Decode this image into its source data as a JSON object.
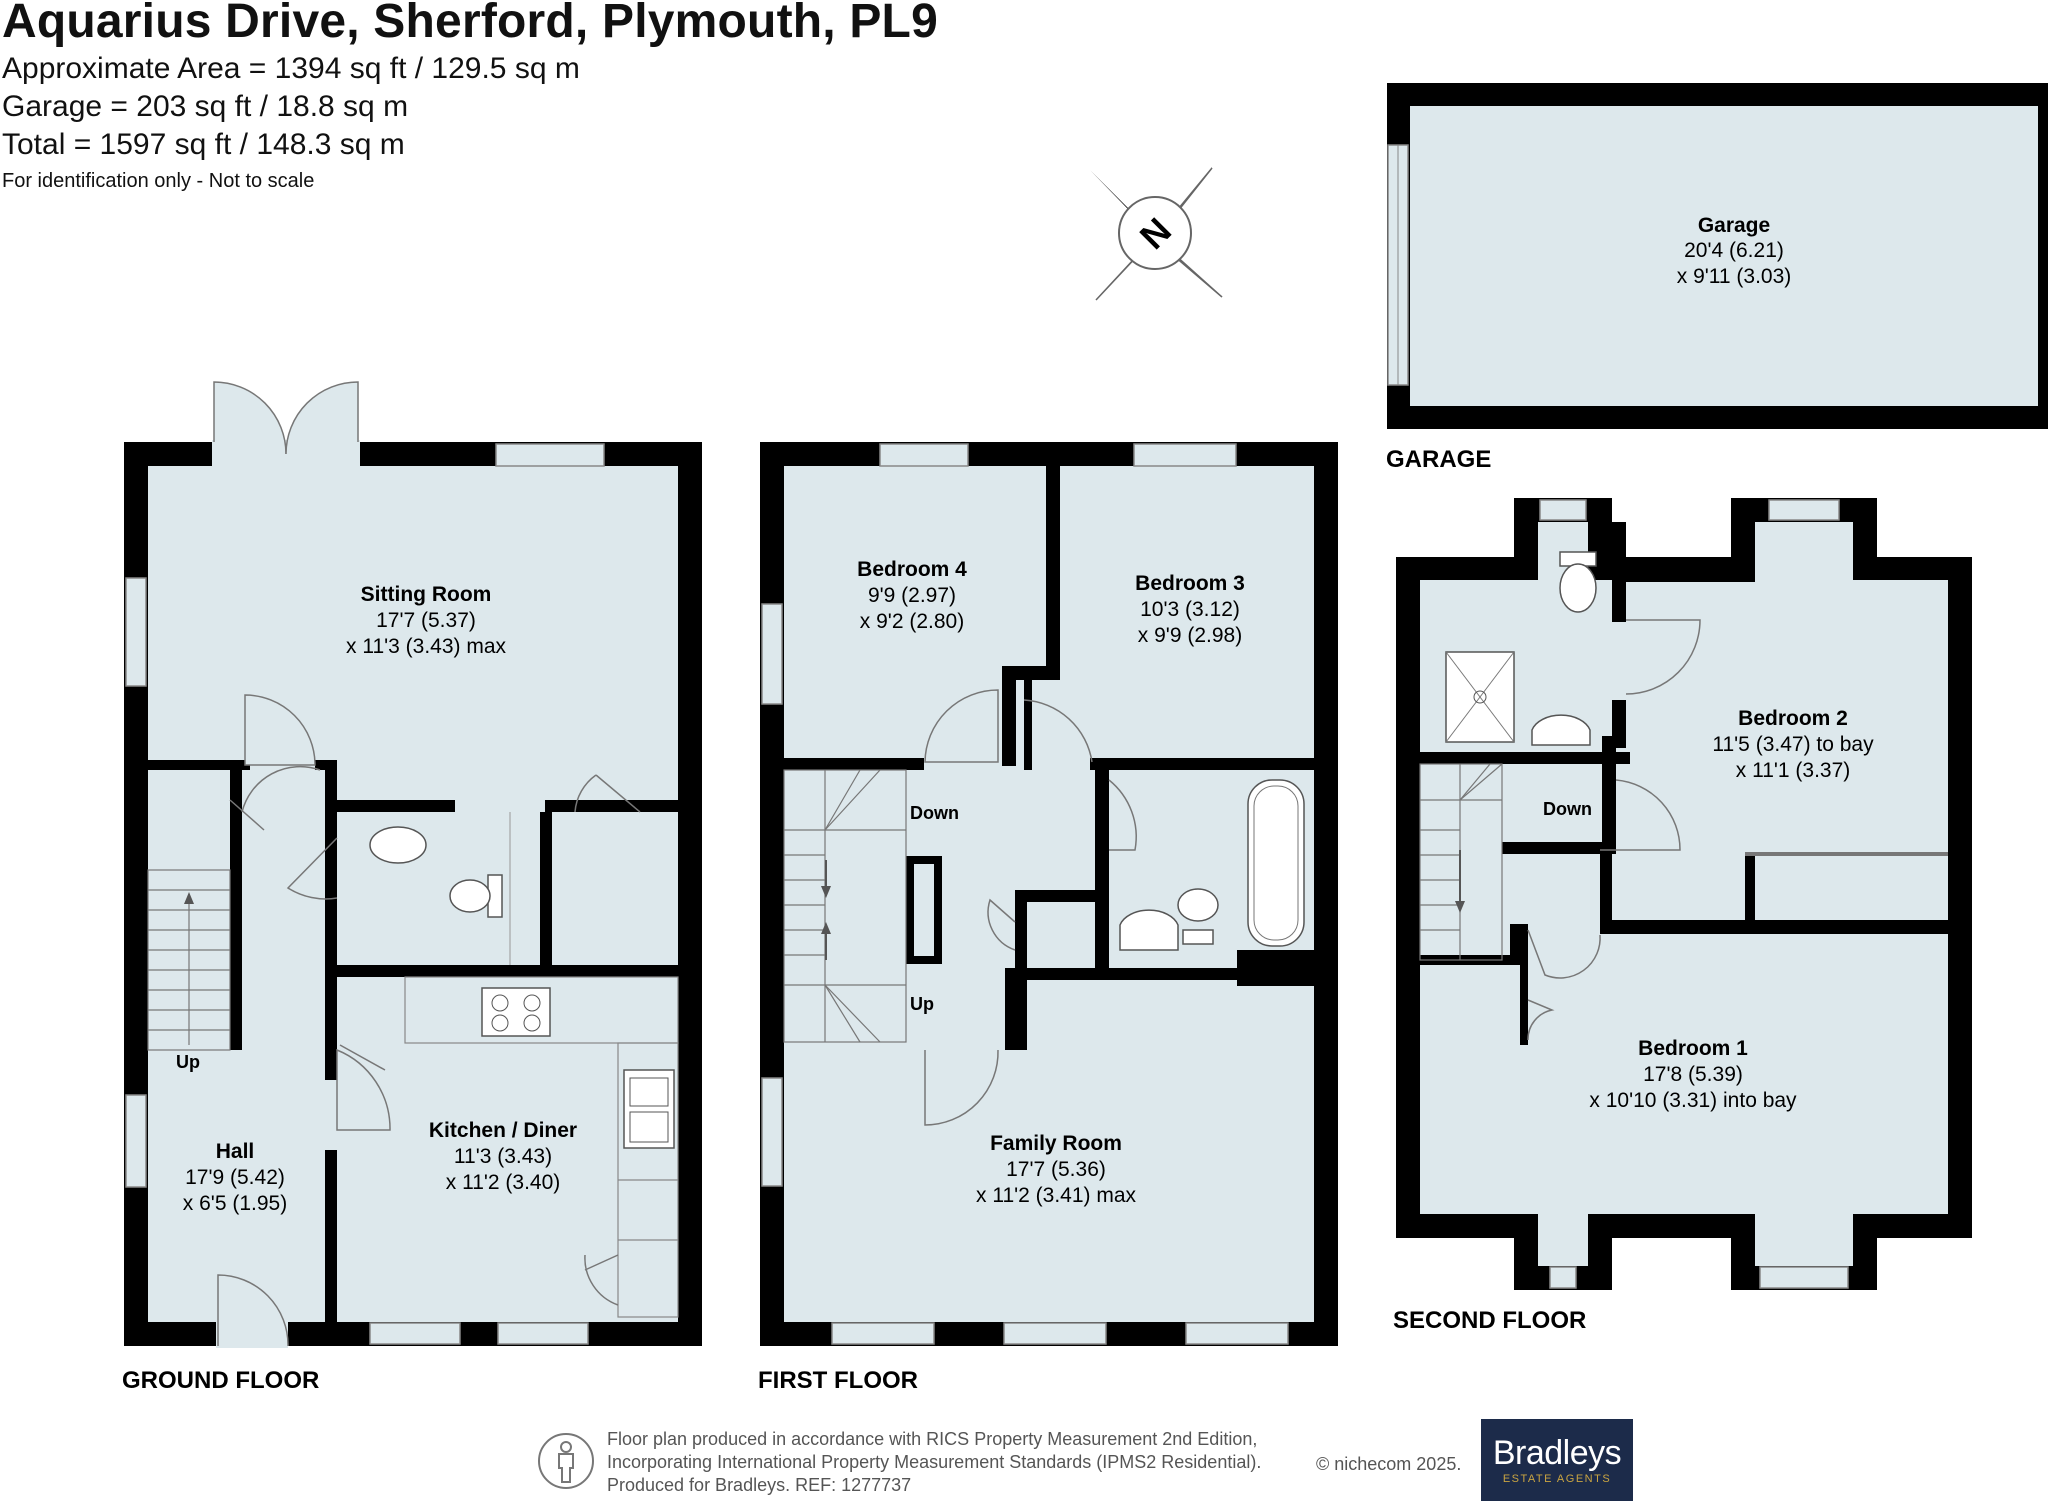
{
  "header": {
    "title": "Aquarius Drive, Sherford, Plymouth, PL9",
    "area": "Approximate Area = 1394 sq ft / 129.5 sq m",
    "garage": "Garage = 203 sq ft / 18.8 sq m",
    "total": "Total = 1597 sq ft / 148.3 sq m",
    "note": "For identification only - Not to scale"
  },
  "compass": {
    "letter": "N"
  },
  "floors": {
    "ground": "GROUND FLOOR",
    "first": "FIRST FLOOR",
    "second": "SECOND FLOOR",
    "garage": "GARAGE"
  },
  "rooms": {
    "sitting": {
      "name": "Sitting Room",
      "dim1": "17'7 (5.37)",
      "dim2": "x 11'3 (3.43) max"
    },
    "hall": {
      "name": "Hall",
      "dim1": "17'9 (5.42)",
      "dim2": "x 6'5 (1.95)"
    },
    "kitchen": {
      "name": "Kitchen / Diner",
      "dim1": "11'3 (3.43)",
      "dim2": "x 11'2 (3.40)"
    },
    "bed4": {
      "name": "Bedroom 4",
      "dim1": "9'9 (2.97)",
      "dim2": "x 9'2 (2.80)"
    },
    "bed3": {
      "name": "Bedroom 3",
      "dim1": "10'3 (3.12)",
      "dim2": "x 9'9 (2.98)"
    },
    "family": {
      "name": "Family Room",
      "dim1": "17'7 (5.36)",
      "dim2": "x 11'2 (3.41) max"
    },
    "bed2": {
      "name": "Bedroom 2",
      "dim1": "11'5 (3.47) to bay",
      "dim2": "x 11'1 (3.37)"
    },
    "bed1": {
      "name": "Bedroom 1",
      "dim1": "17'8 (5.39)",
      "dim2": "x 10'10 (3.31) into bay"
    },
    "garage": {
      "name": "Garage",
      "dim1": "20'4 (6.21)",
      "dim2": "x 9'11 (3.03)"
    }
  },
  "stairs": {
    "ground_up": "Up",
    "first_down": "Down",
    "first_up": "Up",
    "second_down": "Down"
  },
  "footer": {
    "line1": "Floor plan produced in accordance with RICS Property Measurement 2nd Edition,",
    "line2": "Incorporating International Property Measurement Standards (IPMS2 Residential).",
    "line3": "Produced for Bradleys.   REF: 1277737",
    "copyright": "© nichecom 2025.",
    "logo_name": "Bradleys",
    "logo_sub": "ESTATE AGENTS"
  },
  "colors": {
    "floor": "#dde8ec",
    "wall": "#000000"
  }
}
